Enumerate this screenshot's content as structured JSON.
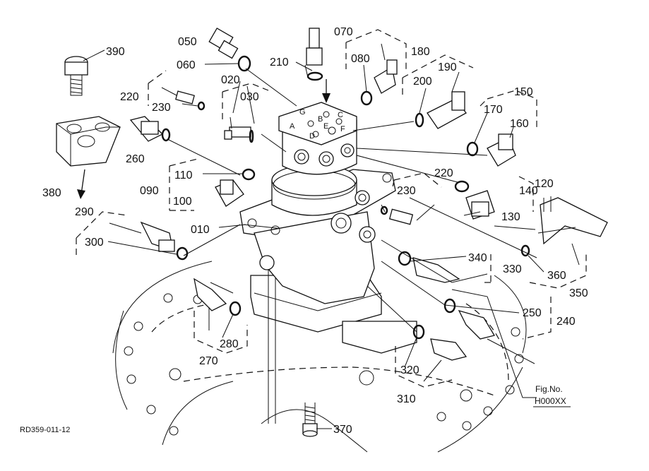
{
  "figure": {
    "caption_title": "Fig.No.",
    "caption_code": "H000XX",
    "drawing_ref": "RD359-011-12"
  },
  "callouts": {
    "c010": "010",
    "c020": "020",
    "c030": "030",
    "c050": "050",
    "c060": "060",
    "c070": "070",
    "c080": "080",
    "c090": "090",
    "c100": "100",
    "c110": "110",
    "c120": "120",
    "c130": "130",
    "c140": "140",
    "c150": "150",
    "c160": "160",
    "c170": "170",
    "c180": "180",
    "c190": "190",
    "c200": "200",
    "c210": "210",
    "c220a": "220",
    "c220b": "220",
    "c230a": "230",
    "c230b": "230",
    "c240": "240",
    "c250": "250",
    "c260": "260",
    "c270": "270",
    "c280": "280",
    "c290": "290",
    "c300": "300",
    "c310": "310",
    "c320": "320",
    "c330": "330",
    "c340": "340",
    "c350": "350",
    "c360": "360",
    "c370": "370",
    "c380": "380",
    "c390": "390"
  },
  "port_letters": {
    "pA": "A",
    "pB": "B",
    "pC": "C",
    "pD": "D",
    "pE": "E",
    "pF": "F",
    "pG": "G"
  }
}
